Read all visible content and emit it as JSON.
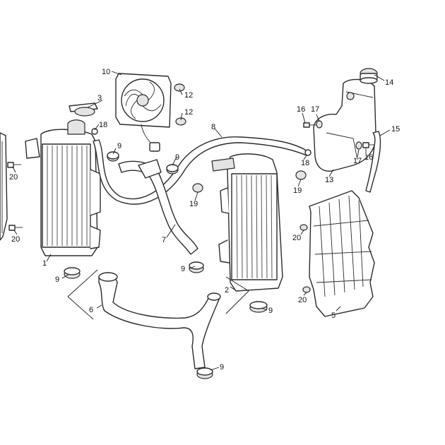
{
  "callouts": {
    "c1": "1",
    "c2": "2",
    "c3": "3",
    "c5": "5",
    "c6": "6",
    "c7": "7",
    "c8": "8",
    "c9": "9",
    "c10": "10",
    "c12": "12",
    "c13": "13",
    "c14": "14",
    "c15": "15",
    "c16": "16",
    "c17": "17",
    "c18": "18",
    "c19": "19",
    "c20": "20"
  },
  "colors": {
    "line": "#2b2b2b",
    "fill": "#ffffff",
    "shade": "#e4e4e4"
  }
}
